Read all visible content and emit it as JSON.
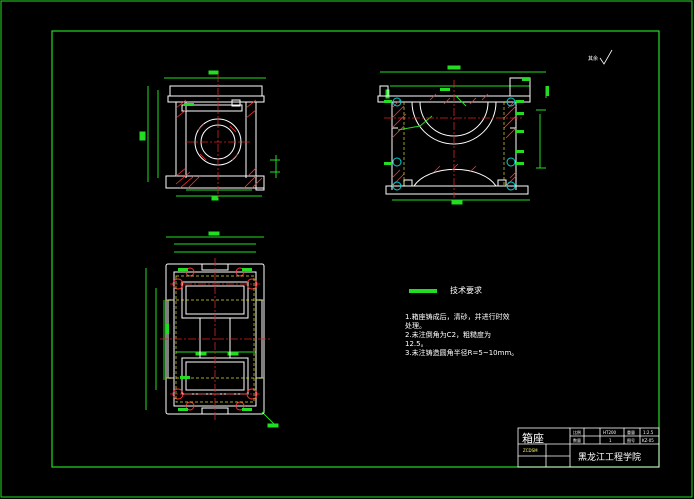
{
  "drawing": {
    "technical_requirements_title": "技术要求",
    "notes": [
      "1.箱座铸成后，清砂，并进行时效",
      "   处理。",
      "2.未注倒角为C2，粗糙度为",
      "   12.5。",
      "3.未注铸造圆角半径R=5~10mm。"
    ],
    "roughness_label": "其余"
  },
  "title_block": {
    "part_name": "箱座",
    "drawing_code": "ZCDSM",
    "school": "黑龙江工程学院",
    "cells": {
      "scale_label": "比例",
      "qty_label": "数量",
      "material": "HT200",
      "qty": "1",
      "weight_label": "重量",
      "sheet_label": "图号",
      "scale_value": "1:2.5",
      "sheet_code": "KZ-05"
    }
  },
  "colors": {
    "background": "#000000",
    "outline": "#ffffff",
    "dimension": "#22dd22",
    "center_line": "#dd2222",
    "hatch": "#ff3333",
    "hidden": "#dddd33",
    "accent": "#00d0d0"
  }
}
